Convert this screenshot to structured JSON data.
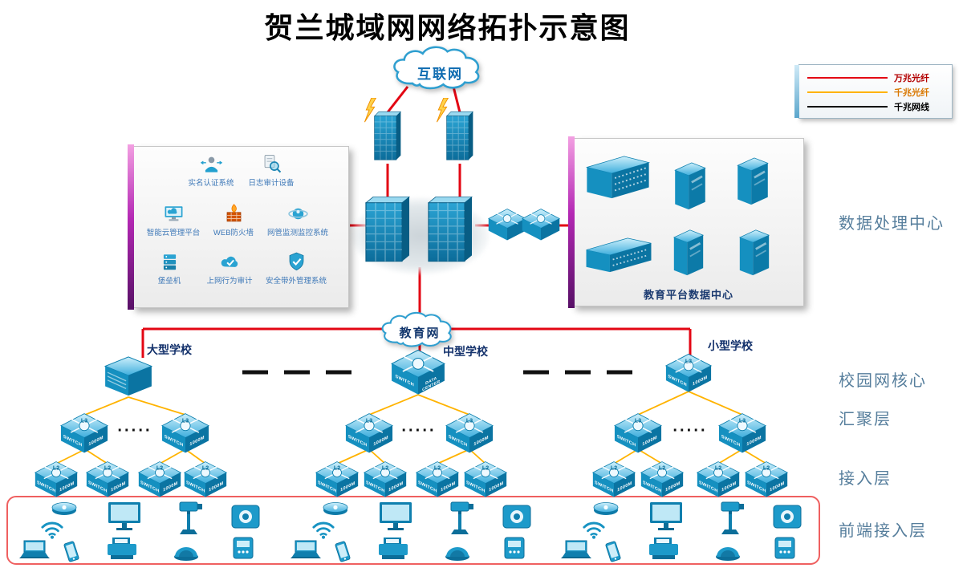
{
  "title": "贺兰城域网网络拓扑示意图",
  "legend": {
    "items": [
      {
        "label": "万兆光纤",
        "color": "#e30613"
      },
      {
        "label": "千兆光纤",
        "color": "#ffb300"
      },
      {
        "label": "千兆网线",
        "color": "#000000"
      }
    ]
  },
  "clouds": {
    "internet": "互联网",
    "education": "教育网"
  },
  "security_panel": {
    "items": [
      {
        "label": "实名认证系统",
        "icon": "identity-icon"
      },
      {
        "label": "日志审计设备",
        "icon": "log-audit-icon"
      },
      {
        "label": "智能云管理平台",
        "icon": "cloud-mgmt-icon"
      },
      {
        "label": "WEB防火墙",
        "icon": "web-firewall-icon"
      },
      {
        "label": "网管监测监控系统",
        "icon": "net-monitor-icon"
      },
      {
        "label": "堡垒机",
        "icon": "bastion-icon"
      },
      {
        "label": "上网行为审计",
        "icon": "behavior-audit-icon"
      },
      {
        "label": "安全带外管理系统",
        "icon": "oob-mgmt-icon"
      }
    ]
  },
  "datacenter": {
    "label": "教育平台数据中心"
  },
  "stages": {
    "datacenter": "数据处理中心",
    "campus_core": "校园网核心",
    "aggregation": "汇聚层",
    "access": "接入层",
    "frontend": "前端接入层"
  },
  "schools": [
    {
      "name": "大型学校"
    },
    {
      "name": "中型学校"
    },
    {
      "name": "小型学校"
    }
  ],
  "switch_text": {
    "l3": "L3",
    "l2": "L2",
    "switch": "SWITCH",
    "speed": "1000M",
    "data_center": "DATA CENTER"
  },
  "separators": {
    "agg_dots": "·····"
  },
  "colors": {
    "device": "#1793c2",
    "line_10g": "#e30613",
    "line_1g": "#ffb300",
    "line_cable": "#000000"
  }
}
